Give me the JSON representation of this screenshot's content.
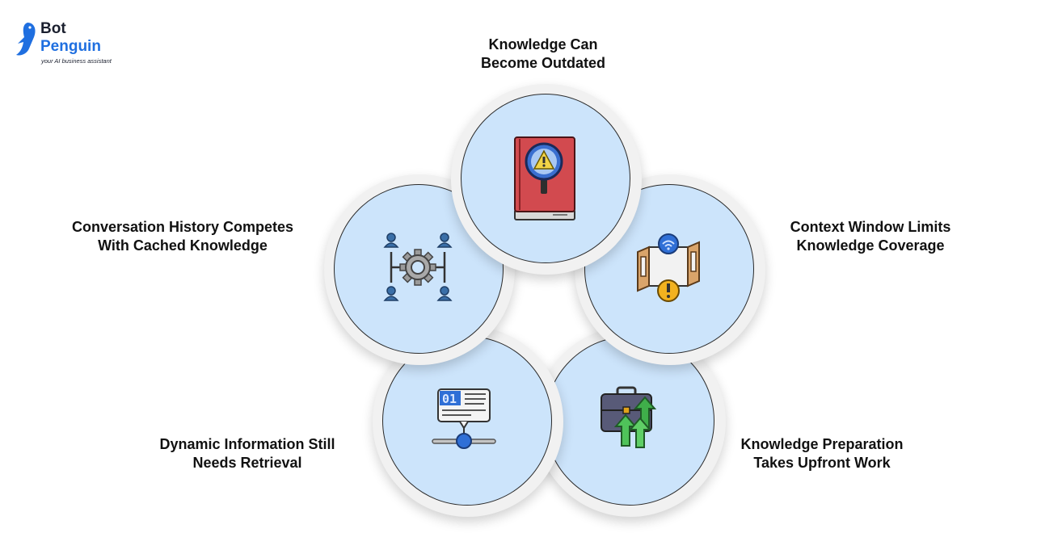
{
  "brand": {
    "name_line1": "Bot",
    "name_line2": "Penguin",
    "tagline": "your AI business assistant"
  },
  "items": [
    {
      "id": "outdated",
      "line1": "Knowledge Can",
      "line2": "Become Outdated",
      "icon": "outdated-book-icon"
    },
    {
      "id": "context",
      "line1": "Context Window Limits",
      "line2": "Knowledge Coverage",
      "icon": "context-window-icon"
    },
    {
      "id": "preparation",
      "line1": "Knowledge Preparation",
      "line2": "Takes Upfront Work",
      "icon": "briefcase-growth-icon"
    },
    {
      "id": "dynamic",
      "line1": "Dynamic Information Still",
      "line2": "Needs Retrieval",
      "icon": "data-retrieval-icon"
    },
    {
      "id": "history",
      "line1": "Conversation History Competes",
      "line2": "With Cached Knowledge",
      "icon": "people-gear-icon"
    }
  ],
  "icon_text": {
    "binary_digits": "01"
  },
  "colors": {
    "circle_fill": "#cce4fb",
    "brand_blue": "#1f6fe0",
    "text": "#111111"
  }
}
